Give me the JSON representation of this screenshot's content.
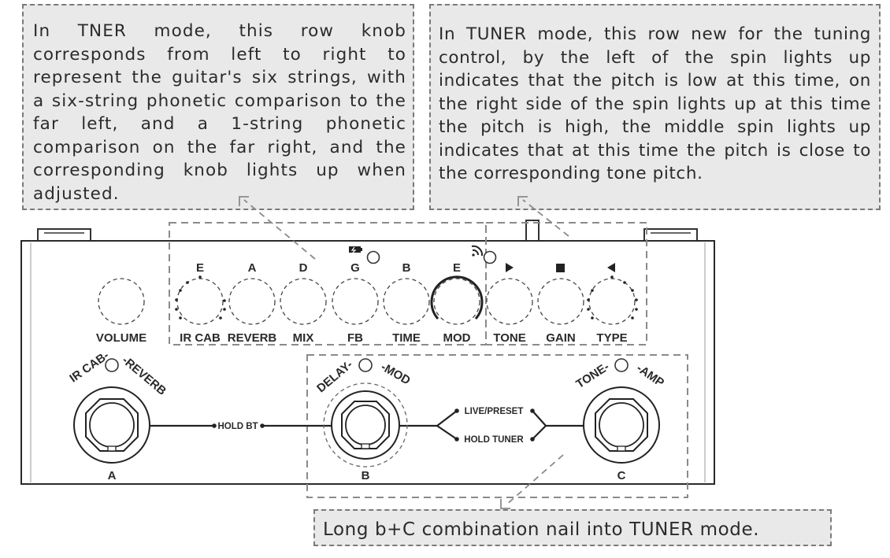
{
  "callouts": {
    "left": "In TNER mode, this row knob corresponds from left to right to represent the guitar's six strings, with a six-string phonetic comparison to the far left, and a 1-string phonetic comparison on the far right, and the corresponding knob lights up when adjusted.",
    "right": "In TUNER mode, this row new for the tuning control, by the left of the spin lights up indicates that the pitch is low at this time, on the right side of the spin lights up at this time the pitch is high, the middle spin lights up indicates that at this time the pitch is close to the corresponding tone pitch.",
    "bottom": "Long b+C combination nail into TUNER mode."
  },
  "knobs": {
    "volume": "VOLUME",
    "ir_cab": "IR CAB",
    "reverb": "REVERB",
    "mix": "MIX",
    "fb": "FB",
    "time": "TIME",
    "mod": "MOD",
    "tone": "TONE",
    "gain": "GAIN",
    "type": "TYPE"
  },
  "strings": [
    "E",
    "A",
    "D",
    "G",
    "B",
    "E"
  ],
  "footswitches": {
    "a": {
      "top_left": "IR CAB-",
      "top_right": "-REVERB",
      "bottom": "A"
    },
    "b": {
      "top_left": "DELAY-",
      "top_right": "-MOD",
      "bottom": "B"
    },
    "c": {
      "top_left": "TONE-",
      "top_right": "-AMP",
      "bottom": "C"
    }
  },
  "links": {
    "hold_bt": "HOLD BT",
    "live_preset": "LIVE/PRESET",
    "hold_tuner": "HOLD TUNER"
  },
  "icons": {
    "play": "play-icon",
    "stop": "stop-icon",
    "back": "back-icon",
    "battery": "battery-icon",
    "signal": "signal-icon"
  }
}
